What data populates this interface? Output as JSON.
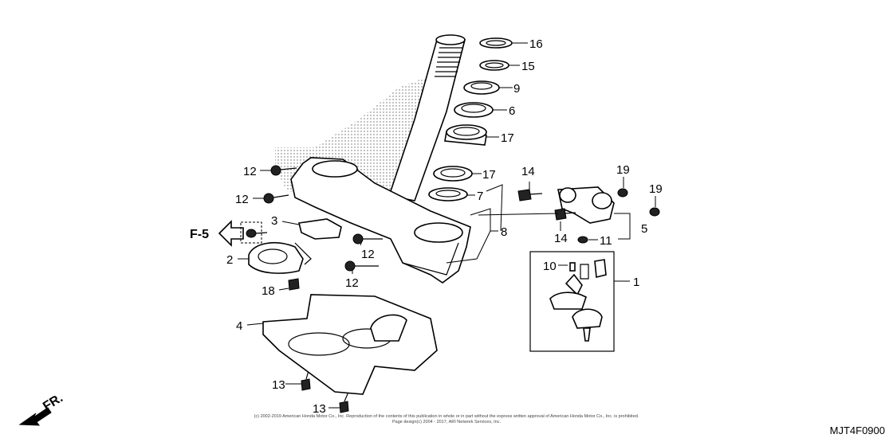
{
  "diagram": {
    "code": "MJT4F0900",
    "direction_label": "FR.",
    "page_reference": "F-5",
    "copyright_line1": "(c) 2002-2019 American Honda Motor Co., Inc. Reproduction of the contents of this publication in whole or in part without the express written approval of American Honda Motor Co., Inc. is prohibited.",
    "copyright_line2": "Page design(c) 2004 - 2017, ARI Network Services, Inc.",
    "callouts": {
      "c16": "16",
      "c15": "15",
      "c9": "9",
      "c6": "6",
      "c17a": "17",
      "c17b": "17",
      "c7": "7",
      "c8": "8",
      "c14a": "14",
      "c14b": "14",
      "c19a": "19",
      "c19b": "19",
      "c5": "5",
      "c11": "11",
      "c1": "1",
      "c10": "10",
      "c12a": "12",
      "c12b": "12",
      "c12c": "12",
      "c12d": "12",
      "c3": "3",
      "c2": "2",
      "c18": "18",
      "c4": "4",
      "c13a": "13",
      "c13b": "13"
    }
  }
}
